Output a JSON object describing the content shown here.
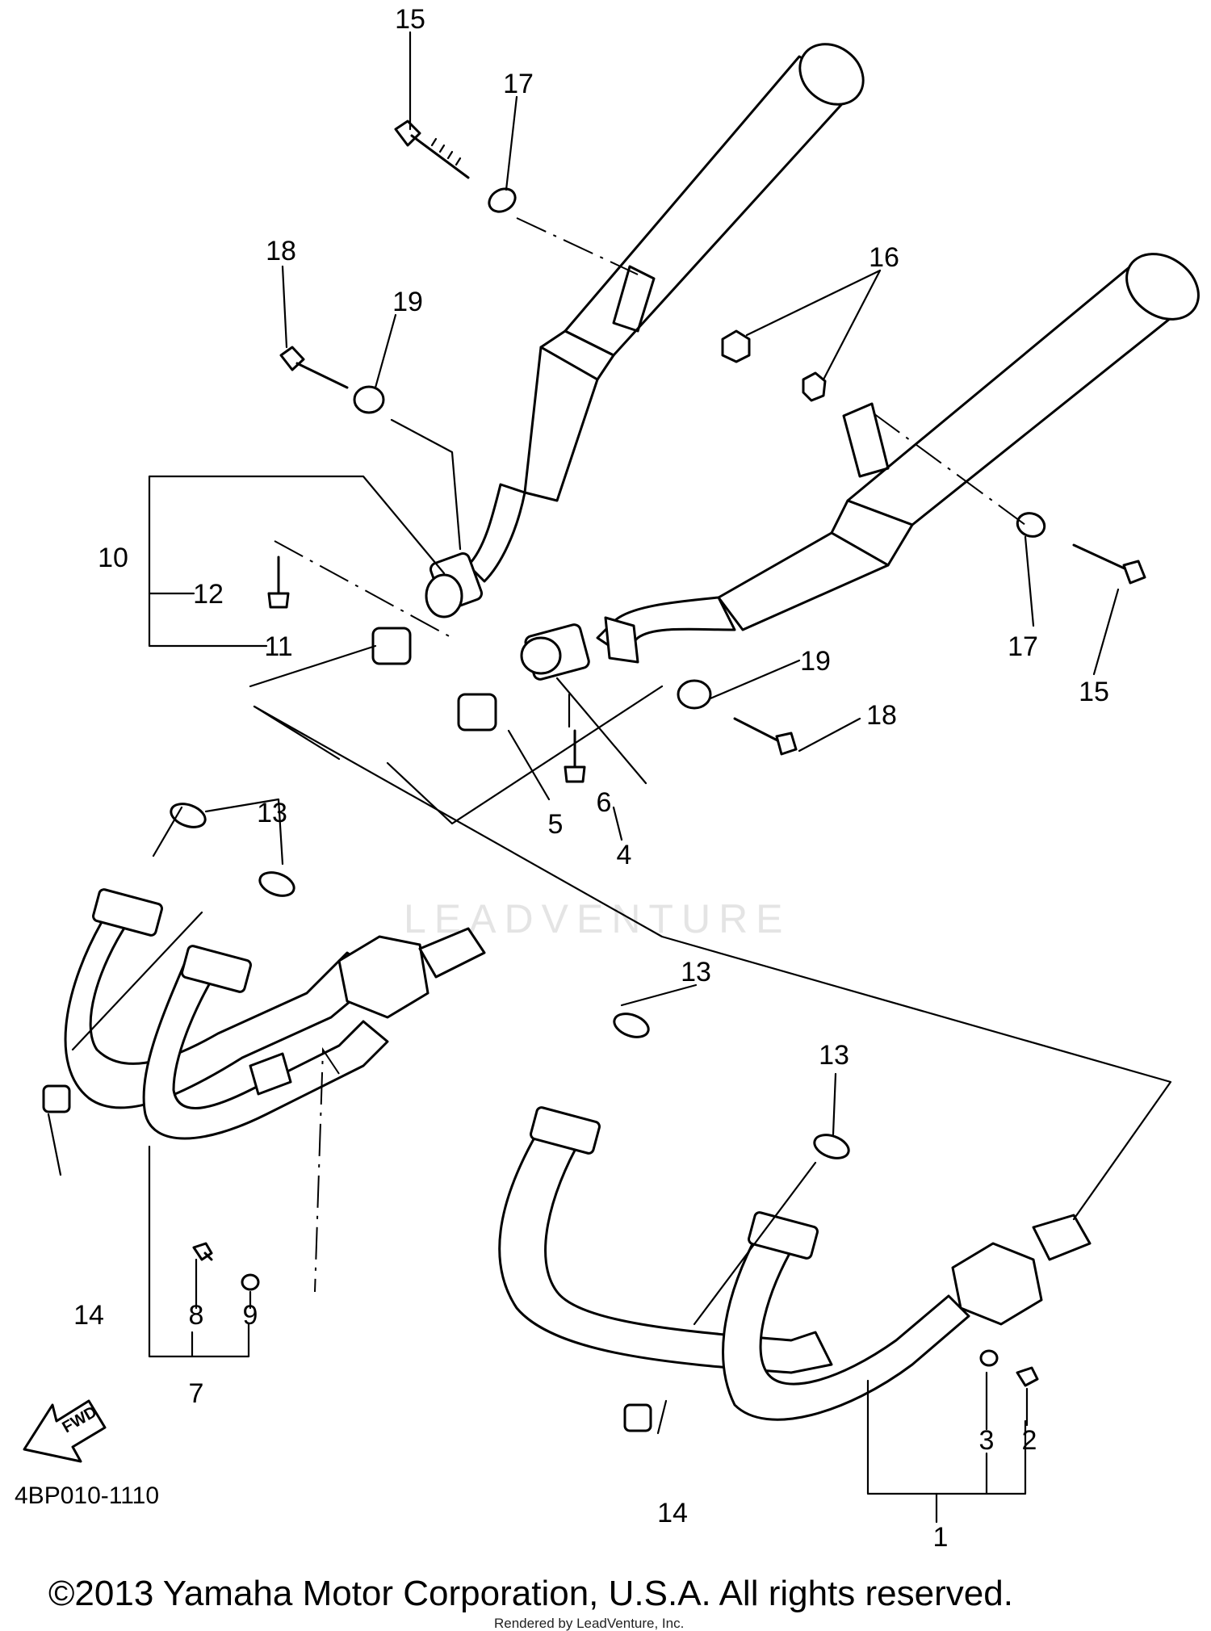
{
  "diagram_code": "4BP010-1110",
  "copyright": "©2013 Yamaha Motor Corporation, U.S.A. All rights reserved.",
  "rendered_by": "Rendered by LeadVenture, Inc.",
  "watermark": "LEADVENTURE",
  "fwd_label": "FWD",
  "labels": {
    "p1": "1",
    "p2": "2",
    "p3": "3",
    "p4": "4",
    "p5": "5",
    "p6": "6",
    "p7": "7",
    "p8": "8",
    "p9": "9",
    "p10": "10",
    "p11": "11",
    "p12": "12",
    "p13": "13",
    "p14": "14",
    "p15": "15",
    "p16": "16",
    "p17": "17",
    "p18": "18",
    "p19": "19"
  }
}
